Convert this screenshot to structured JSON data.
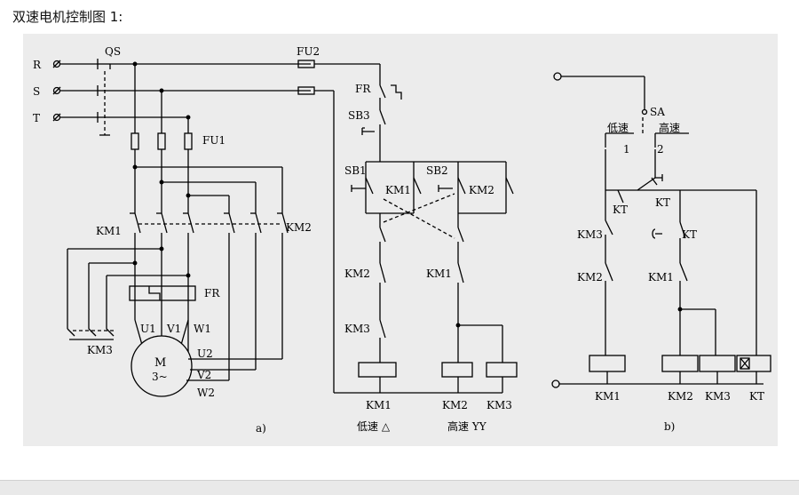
{
  "title": "双速电机控制图 1:",
  "diagram_a": {
    "caption": "a)",
    "supply": [
      "R",
      "S",
      "T"
    ],
    "main_switch": "QS",
    "fuse_main": "FU1",
    "fuse_control": "FU2",
    "km1": "KM1",
    "km2": "KM2",
    "km3": "KM3",
    "fr": "FR",
    "motor": {
      "symbol": "M",
      "phase": "3~"
    },
    "terminals_top": [
      "U1",
      "V1",
      "W1"
    ],
    "terminals_side": [
      "U2",
      "V2",
      "W2"
    ],
    "control": {
      "fr": "FR",
      "sb3": "SB3",
      "sb1": "SB1",
      "sb2": "SB2",
      "hold_km1": "KM1",
      "hold_km2": "KM2",
      "interlock_km2": "KM2",
      "interlock_km1": "KM1",
      "interlock_km3": "KM3",
      "coils": [
        "KM1",
        "KM2",
        "KM3"
      ],
      "low_speed": "低速 △",
      "high_speed": "高速 YY"
    }
  },
  "diagram_b": {
    "caption": "b)",
    "sa": "SA",
    "low": "低速",
    "high": "高速",
    "pos1": "1",
    "pos2": "2",
    "kt_top": "KT",
    "kt_mid": "KT",
    "kt_right": "KT",
    "km3": "KM3",
    "km2": "KM2",
    "km1": "KM1",
    "coils": [
      "KM1",
      "KM2",
      "KM3",
      "KT"
    ]
  }
}
